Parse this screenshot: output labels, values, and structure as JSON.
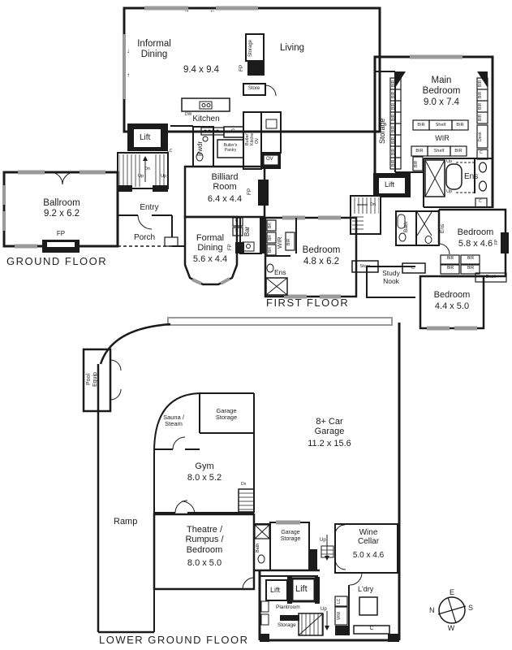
{
  "colors": {
    "wall": "#1b1b1b",
    "window": "#9a9a9a",
    "background": "#ffffff"
  },
  "icons": {
    "arrow_right": "→",
    "arrow_left": "←",
    "arrow_up": "↑",
    "arrow_down": "↓"
  },
  "labels": {
    "bir": "BIR",
    "br": "BR",
    "shelf": "Shelf",
    "wir": "WIR",
    "ens": "Ens",
    "fp": "FP",
    "up": "Up",
    "dn": "Dn",
    "c": "C",
    "lc": "LC",
    "ov": "OV",
    "dw": "DW",
    "wm": "WM",
    "store": "Store",
    "storage": "Storage",
    "bath": "Bath",
    "bar": "Bar",
    "desk": "Desk",
    "lift": "Lift",
    "pwdr": "Pwdr"
  },
  "ground_floor": {
    "title": "GROUND FLOOR",
    "informal_dining": {
      "name": "Informal\nDining",
      "dims": "9.4 x 9.4"
    },
    "living": "Living",
    "kitchen": "Kitchen",
    "butlers_pantry": "Butler's\nPantry",
    "butlers_kitchen": "Butler's\nKitchen",
    "ballroom": {
      "name": "Ballroom",
      "dims": "9.2 x 6.2"
    },
    "entry": "Entry",
    "porch": "Porch",
    "billiard_room": {
      "name": "Billiard\nRoom",
      "dims": "6.4 x 4.4"
    },
    "formal_dining": {
      "name": "Formal\nDining",
      "dims": "5.6 x 4.4"
    }
  },
  "first_floor": {
    "title": "FIRST FLOOR",
    "main_bedroom": {
      "name": "Main\nBedroom",
      "dims": "9.0 x 7.4"
    },
    "bedroom_1": {
      "name": "Bedroom",
      "dims": "4.8 x 6.2"
    },
    "bedroom_2": {
      "name": "Bedroom",
      "dims": "5.8 x 4.6"
    },
    "bedroom_3": {
      "name": "Bedroom",
      "dims": "4.4 x 5.0"
    },
    "study_nook": "Study\nNook"
  },
  "lower_ground_floor": {
    "title": "LOWER GROUND FLOOR",
    "pool_equip": "Pool\nEquip",
    "ramp": "Ramp",
    "sauna_steam": "Sauna /\nSteam",
    "garage_storage_upper": "Garage\nStorage",
    "gym": {
      "name": "Gym",
      "dims": "8.0 x 5.2"
    },
    "garage": {
      "name": "8+ Car\nGarage",
      "dims": "11.2 x 15.6"
    },
    "theatre": {
      "name": "Theatre /\nRumpus /\nBedroom",
      "dims": "8.0 x 5.0"
    },
    "garage_storage_lower": "Garage\nStorage",
    "wine_cellar": {
      "name": "Wine\nCellar",
      "dims": "5.0 x 4.6"
    },
    "laundry": "L'dry",
    "plantroom": "Plantroom",
    "storage": "Storage"
  },
  "compass": {
    "n": "N",
    "e": "E",
    "s": "S",
    "w": "W"
  }
}
